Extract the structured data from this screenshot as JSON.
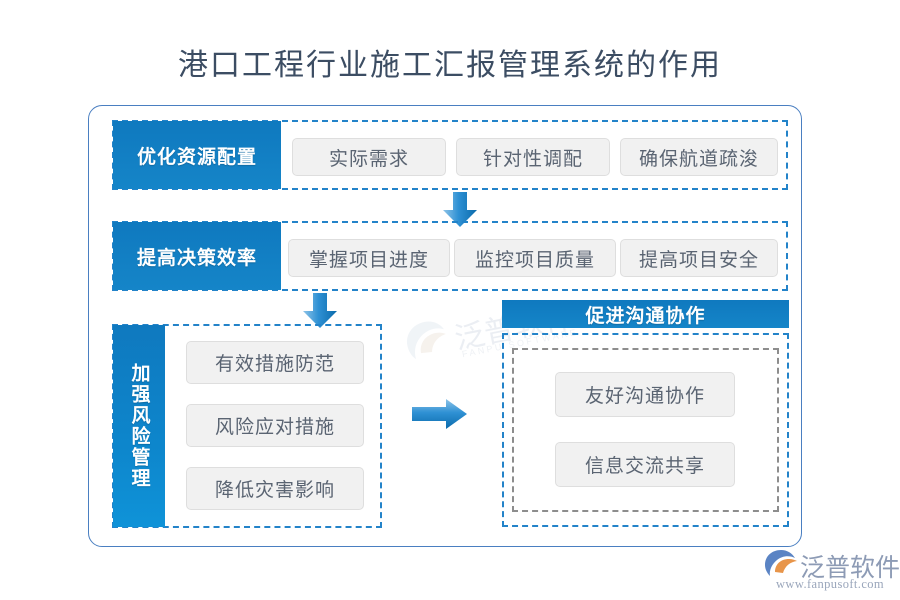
{
  "page": {
    "title": "港口工程行业施工汇报管理系统的作用",
    "title_color": "#3c4d63",
    "accent_blue": "#1180c5",
    "dashed_blue": "#2383c9",
    "chip_bg": "#f1f1f1",
    "chip_text_color": "#5a6472"
  },
  "rows": [
    {
      "label": "优化资源配置",
      "items": [
        "实际需求",
        "针对性调配",
        "确保航道疏浚"
      ]
    },
    {
      "label": "提高决策效率",
      "items": [
        "掌握项目进度",
        "监控项目质量",
        "提高项目安全"
      ]
    },
    {
      "label": "加强风险管理",
      "items": [
        "有效措施防范",
        "风险应对措施",
        "降低灾害影响"
      ]
    }
  ],
  "communication": {
    "header": "促进沟通协作",
    "items": [
      "友好沟通协作",
      "信息交流共享"
    ]
  },
  "arrows": [
    {
      "name": "arrow-down-row1-row2",
      "direction": "down"
    },
    {
      "name": "arrow-down-row2-row3",
      "direction": "down"
    },
    {
      "name": "arrow-right-risk-to-communication",
      "direction": "right"
    }
  ],
  "watermark": {
    "text": "泛普软件",
    "sub": "FANPU SOFTWARE"
  },
  "brand": {
    "name": "泛普软件",
    "url": "www.fanpusoft.com",
    "mark_blue": "#3f78c0",
    "mark_orange": "#e8954a"
  }
}
